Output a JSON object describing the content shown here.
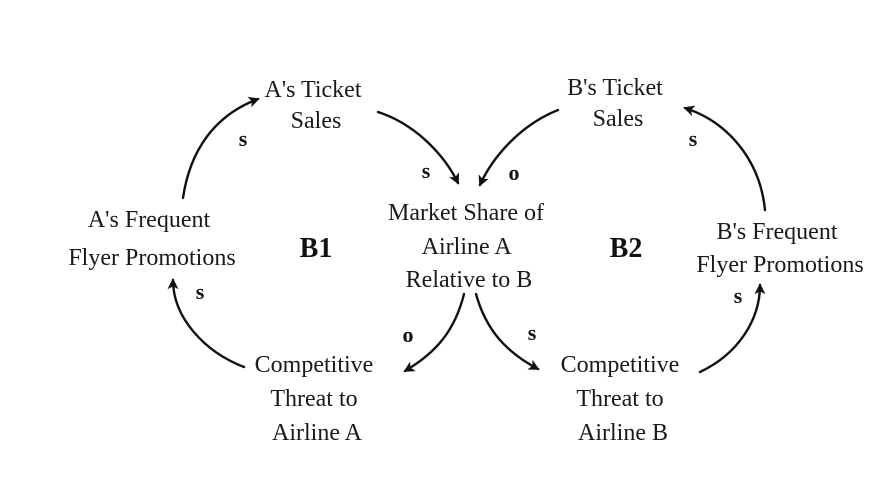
{
  "nodes": {
    "a_ticket_sales": [
      "A's Ticket",
      "Sales"
    ],
    "b_ticket_sales": [
      "B's Ticket",
      "Sales"
    ],
    "a_frequent_flyer": [
      "A's Frequent",
      "Flyer Promotions"
    ],
    "b_frequent_flyer": [
      "B's Frequent",
      "Flyer Promotions"
    ],
    "market_share": [
      "Market Share of",
      "Airline A",
      "Relative to B"
    ],
    "threat_a": [
      "Competitive",
      "Threat to",
      "Airline A"
    ],
    "threat_b": [
      "Competitive",
      "Threat to",
      "Airline B"
    ]
  },
  "loops": {
    "b1": "B1",
    "b2": "B2"
  },
  "links": [
    {
      "from": "a_frequent_flyer",
      "to": "a_ticket_sales",
      "polarity": "s"
    },
    {
      "from": "a_ticket_sales",
      "to": "market_share",
      "polarity": "s"
    },
    {
      "from": "market_share",
      "to": "threat_a",
      "polarity": "o"
    },
    {
      "from": "threat_a",
      "to": "a_frequent_flyer",
      "polarity": "s"
    },
    {
      "from": "b_ticket_sales",
      "to": "market_share",
      "polarity": "o"
    },
    {
      "from": "market_share",
      "to": "threat_b",
      "polarity": "s"
    },
    {
      "from": "threat_b",
      "to": "b_frequent_flyer",
      "polarity": "s"
    },
    {
      "from": "b_frequent_flyer",
      "to": "b_ticket_sales",
      "polarity": "s"
    }
  ]
}
